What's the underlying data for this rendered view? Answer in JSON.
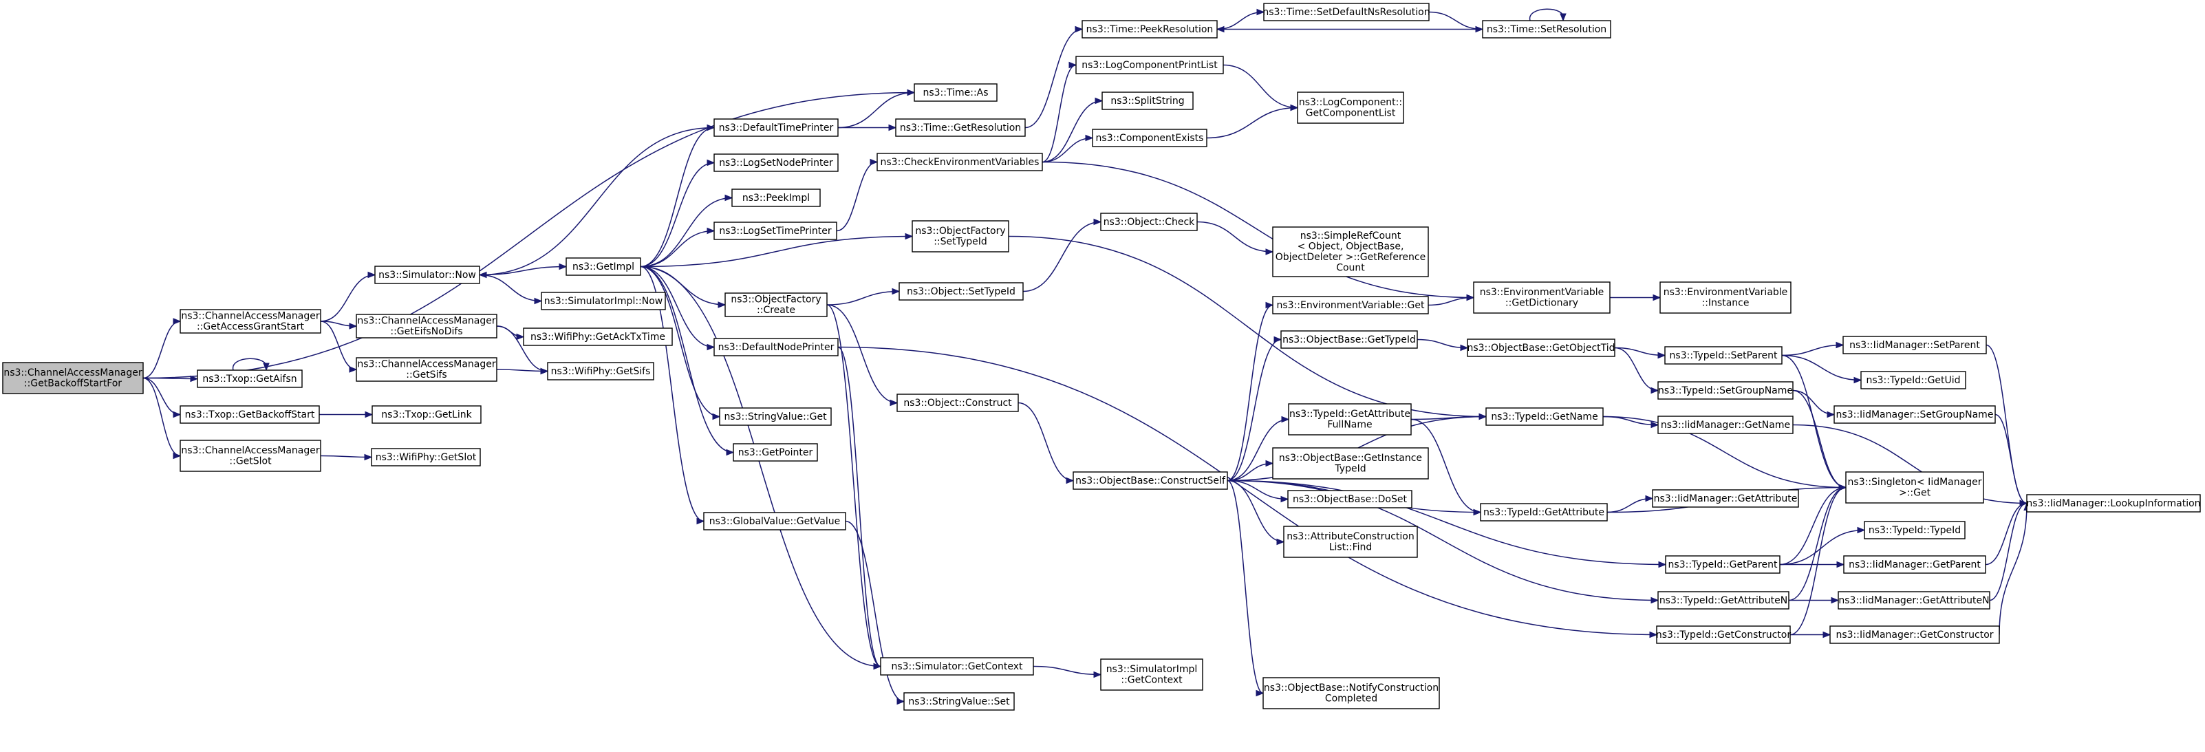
{
  "diagram": {
    "type": "call-graph",
    "edge_color": "#191970",
    "root_fill": "#bfbfbf",
    "node_fill": "#ffffff",
    "nodes": [
      {
        "id": "root",
        "lines": [
          "ns3::ChannelAccessManager",
          "::GetBackoffStartFor"
        ],
        "root": true
      },
      {
        "id": "gagStart",
        "lines": [
          "ns3::ChannelAccessManager",
          "::GetAccessGrantStart"
        ]
      },
      {
        "id": "txopAifsn",
        "lines": [
          "ns3::Txop::GetAifsn"
        ]
      },
      {
        "id": "txopBackoff",
        "lines": [
          "ns3::Txop::GetBackoffStart"
        ]
      },
      {
        "id": "camSlot",
        "lines": [
          "ns3::ChannelAccessManager",
          "::GetSlot"
        ]
      },
      {
        "id": "simNow",
        "lines": [
          "ns3::Simulator::Now"
        ]
      },
      {
        "id": "eifs",
        "lines": [
          "ns3::ChannelAccessManager",
          "::GetEifsNoDifs"
        ]
      },
      {
        "id": "camSifs",
        "lines": [
          "ns3::ChannelAccessManager",
          "::GetSifs"
        ]
      },
      {
        "id": "txopLink",
        "lines": [
          "ns3::Txop::GetLink"
        ]
      },
      {
        "id": "wifiSlot",
        "lines": [
          "ns3::WifiPhy::GetSlot"
        ]
      },
      {
        "id": "getImpl",
        "lines": [
          "ns3::GetImpl"
        ]
      },
      {
        "id": "simImplNow",
        "lines": [
          "ns3::SimulatorImpl::Now"
        ]
      },
      {
        "id": "ackTx",
        "lines": [
          "ns3::WifiPhy::GetAckTxTime"
        ]
      },
      {
        "id": "wifiSifs",
        "lines": [
          "ns3::WifiPhy::GetSifs"
        ]
      },
      {
        "id": "dtp",
        "lines": [
          "ns3::DefaultTimePrinter"
        ]
      },
      {
        "id": "lsnp",
        "lines": [
          "ns3::LogSetNodePrinter"
        ]
      },
      {
        "id": "peekImpl",
        "lines": [
          "ns3::PeekImpl"
        ]
      },
      {
        "id": "lstp",
        "lines": [
          "ns3::LogSetTimePrinter"
        ]
      },
      {
        "id": "ofCreate",
        "lines": [
          "ns3::ObjectFactory",
          "::Create"
        ]
      },
      {
        "id": "dnp",
        "lines": [
          "ns3::DefaultNodePrinter"
        ]
      },
      {
        "id": "svGet",
        "lines": [
          "ns3::StringValue::Get"
        ]
      },
      {
        "id": "getPointer",
        "lines": [
          "ns3::GetPointer"
        ]
      },
      {
        "id": "gvGetValue",
        "lines": [
          "ns3::GlobalValue::GetValue"
        ]
      },
      {
        "id": "timeAs",
        "lines": [
          "ns3::Time::As"
        ]
      },
      {
        "id": "timeGetRes",
        "lines": [
          "ns3::Time::GetResolution"
        ]
      },
      {
        "id": "cev",
        "lines": [
          "ns3::CheckEnvironmentVariables"
        ]
      },
      {
        "id": "ofSetTypeId",
        "lines": [
          "ns3::ObjectFactory",
          "::SetTypeId"
        ]
      },
      {
        "id": "objSetTypeId",
        "lines": [
          "ns3::Object::SetTypeId"
        ]
      },
      {
        "id": "objConstruct",
        "lines": [
          "ns3::Object::Construct"
        ]
      },
      {
        "id": "simGetContext",
        "lines": [
          "ns3::Simulator::GetContext"
        ]
      },
      {
        "id": "svSet",
        "lines": [
          "ns3::StringValue::Set"
        ]
      },
      {
        "id": "peekRes",
        "lines": [
          "ns3::Time::PeekResolution"
        ]
      },
      {
        "id": "lcpl",
        "lines": [
          "ns3::LogComponentPrintList"
        ]
      },
      {
        "id": "splitString",
        "lines": [
          "ns3::SplitString"
        ]
      },
      {
        "id": "compExists",
        "lines": [
          "ns3::ComponentExists"
        ]
      },
      {
        "id": "objCheck",
        "lines": [
          "ns3::Object::Check"
        ]
      },
      {
        "id": "obConstructSelf",
        "lines": [
          "ns3::ObjectBase::ConstructSelf"
        ]
      },
      {
        "id": "simImplGetContext",
        "lines": [
          "ns3::SimulatorImpl",
          "::GetContext"
        ]
      },
      {
        "id": "setDefNsRes",
        "lines": [
          "ns3::Time::SetDefaultNsResolution"
        ]
      },
      {
        "id": "setRes",
        "lines": [
          "ns3::Time::SetResolution"
        ]
      },
      {
        "id": "lcGetList",
        "lines": [
          "ns3::LogComponent::",
          "GetComponentList"
        ]
      },
      {
        "id": "srcGetRef",
        "lines": [
          "ns3::SimpleRefCount",
          "< Object, ObjectBase,",
          "ObjectDeleter >::GetReference",
          "Count"
        ]
      },
      {
        "id": "evGet",
        "lines": [
          "ns3::EnvironmentVariable::Get"
        ]
      },
      {
        "id": "obGetTypeId",
        "lines": [
          "ns3::ObjectBase::GetTypeId"
        ]
      },
      {
        "id": "tidGetAttrFullName",
        "lines": [
          "ns3::TypeId::GetAttribute",
          "FullName"
        ]
      },
      {
        "id": "obGetInstTypeId",
        "lines": [
          "ns3::ObjectBase::GetInstance",
          "TypeId"
        ]
      },
      {
        "id": "obDoSet",
        "lines": [
          "ns3::ObjectBase::DoSet"
        ]
      },
      {
        "id": "aclFind",
        "lines": [
          "ns3::AttributeConstruction",
          "List::Find"
        ]
      },
      {
        "id": "obNotify",
        "lines": [
          "ns3::ObjectBase::NotifyConstruction",
          "Completed"
        ]
      },
      {
        "id": "evGetDict",
        "lines": [
          "ns3::EnvironmentVariable",
          "::GetDictionary"
        ]
      },
      {
        "id": "obGetObjectTid",
        "lines": [
          "ns3::ObjectBase::GetObjectTid"
        ]
      },
      {
        "id": "tidGetName",
        "lines": [
          "ns3::TypeId::GetName"
        ]
      },
      {
        "id": "tidGetAttribute",
        "lines": [
          "ns3::TypeId::GetAttribute"
        ]
      },
      {
        "id": "tidGetParent",
        "lines": [
          "ns3::TypeId::GetParent"
        ]
      },
      {
        "id": "tidGetAttributeN",
        "lines": [
          "ns3::TypeId::GetAttributeN"
        ]
      },
      {
        "id": "tidGetConstructor",
        "lines": [
          "ns3::TypeId::GetConstructor"
        ]
      },
      {
        "id": "evInstance",
        "lines": [
          "ns3::EnvironmentVariable",
          "::Instance"
        ]
      },
      {
        "id": "tidSetParent",
        "lines": [
          "ns3::TypeId::SetParent"
        ]
      },
      {
        "id": "tidSetGroupName",
        "lines": [
          "ns3::TypeId::SetGroupName"
        ]
      },
      {
        "id": "imGetName",
        "lines": [
          "ns3::IidManager::GetName"
        ]
      },
      {
        "id": "imGetAttribute",
        "lines": [
          "ns3::IidManager::GetAttribute"
        ]
      },
      {
        "id": "singletonGet",
        "lines": [
          "ns3::Singleton< IidManager",
          ">::Get"
        ]
      },
      {
        "id": "tidTypeId",
        "lines": [
          "ns3::TypeId::TypeId"
        ]
      },
      {
        "id": "imSetParent",
        "lines": [
          "ns3::IidManager::SetParent"
        ]
      },
      {
        "id": "tidGetUid",
        "lines": [
          "ns3::TypeId::GetUid"
        ]
      },
      {
        "id": "imSetGroupName",
        "lines": [
          "ns3::IidManager::SetGroupName"
        ]
      },
      {
        "id": "imGetParent",
        "lines": [
          "ns3::IidManager::GetParent"
        ]
      },
      {
        "id": "imGetAttributeN",
        "lines": [
          "ns3::IidManager::GetAttributeN"
        ]
      },
      {
        "id": "imGetConstructor",
        "lines": [
          "ns3::IidManager::GetConstructor"
        ]
      },
      {
        "id": "imLookup",
        "lines": [
          "ns3::IidManager::LookupInformation"
        ]
      }
    ],
    "edges": [
      [
        "root",
        "gagStart"
      ],
      [
        "root",
        "txopAifsn"
      ],
      [
        "root",
        "txopBackoff"
      ],
      [
        "root",
        "camSlot"
      ],
      [
        "root",
        "timeAs"
      ],
      [
        "txopAifsn",
        "txopAifsn"
      ],
      [
        "gagStart",
        "simNow"
      ],
      [
        "gagStart",
        "eifs"
      ],
      [
        "gagStart",
        "camSifs"
      ],
      [
        "txopBackoff",
        "txopLink"
      ],
      [
        "camSlot",
        "wifiSlot"
      ],
      [
        "simNow",
        "getImpl"
      ],
      [
        "simNow",
        "simImplNow"
      ],
      [
        "eifs",
        "ackTx"
      ],
      [
        "eifs",
        "wifiSifs"
      ],
      [
        "camSifs",
        "wifiSifs"
      ],
      [
        "dtp",
        "simNow"
      ],
      [
        "getImpl",
        "dtp"
      ],
      [
        "getImpl",
        "lsnp"
      ],
      [
        "getImpl",
        "peekImpl"
      ],
      [
        "getImpl",
        "lstp"
      ],
      [
        "getImpl",
        "ofSetTypeId"
      ],
      [
        "getImpl",
        "ofCreate"
      ],
      [
        "getImpl",
        "dnp"
      ],
      [
        "getImpl",
        "svGet"
      ],
      [
        "getImpl",
        "getPointer"
      ],
      [
        "getImpl",
        "gvGetValue"
      ],
      [
        "getImpl",
        "simGetContext"
      ],
      [
        "dtp",
        "timeAs"
      ],
      [
        "dtp",
        "timeGetRes"
      ],
      [
        "lstp",
        "cev"
      ],
      [
        "ofSetTypeId",
        "tidGetName"
      ],
      [
        "ofCreate",
        "objSetTypeId"
      ],
      [
        "ofCreate",
        "objConstruct"
      ],
      [
        "ofCreate",
        "simGetContext"
      ],
      [
        "dnp",
        "simGetContext"
      ],
      [
        "dnp",
        "tidGetConstructor"
      ],
      [
        "gvGetValue",
        "svSet"
      ],
      [
        "timeGetRes",
        "peekRes"
      ],
      [
        "cev",
        "lcpl"
      ],
      [
        "cev",
        "splitString"
      ],
      [
        "cev",
        "compExists"
      ],
      [
        "cev",
        "evGetDict"
      ],
      [
        "objSetTypeId",
        "objCheck"
      ],
      [
        "objConstruct",
        "obConstructSelf"
      ],
      [
        "simGetContext",
        "simImplGetContext"
      ],
      [
        "peekRes",
        "setDefNsRes"
      ],
      [
        "setDefNsRes",
        "setRes"
      ],
      [
        "setRes",
        "setRes"
      ],
      [
        "setRes",
        "peekRes"
      ],
      [
        "lcpl",
        "lcGetList"
      ],
      [
        "compExists",
        "lcGetList"
      ],
      [
        "objCheck",
        "srcGetRef"
      ],
      [
        "obConstructSelf",
        "evGet"
      ],
      [
        "obConstructSelf",
        "obGetTypeId"
      ],
      [
        "obConstructSelf",
        "tidGetAttrFullName"
      ],
      [
        "obConstructSelf",
        "obGetInstTypeId"
      ],
      [
        "obConstructSelf",
        "obDoSet"
      ],
      [
        "obConstructSelf",
        "aclFind"
      ],
      [
        "obConstructSelf",
        "obNotify"
      ],
      [
        "obConstructSelf",
        "tidGetName"
      ],
      [
        "obConstructSelf",
        "tidGetAttribute"
      ],
      [
        "obConstructSelf",
        "tidGetParent"
      ],
      [
        "obConstructSelf",
        "tidGetAttributeN"
      ],
      [
        "evGet",
        "evGetDict"
      ],
      [
        "evGetDict",
        "evInstance"
      ],
      [
        "obGetTypeId",
        "obGetObjectTid"
      ],
      [
        "obGetObjectTid",
        "tidSetParent"
      ],
      [
        "obGetObjectTid",
        "tidSetGroupName"
      ],
      [
        "tidGetAttrFullName",
        "tidGetName"
      ],
      [
        "tidGetAttrFullName",
        "tidGetAttribute"
      ],
      [
        "tidGetName",
        "imGetName"
      ],
      [
        "tidGetName",
        "singletonGet"
      ],
      [
        "tidGetAttribute",
        "imGetAttribute"
      ],
      [
        "tidGetAttribute",
        "singletonGet"
      ],
      [
        "tidGetParent",
        "singletonGet"
      ],
      [
        "tidGetParent",
        "tidTypeId"
      ],
      [
        "tidGetParent",
        "imGetParent"
      ],
      [
        "tidGetAttributeN",
        "singletonGet"
      ],
      [
        "tidGetAttributeN",
        "imGetAttributeN"
      ],
      [
        "tidGetConstructor",
        "singletonGet"
      ],
      [
        "tidGetConstructor",
        "imGetConstructor"
      ],
      [
        "tidSetParent",
        "imSetParent"
      ],
      [
        "tidSetParent",
        "tidGetUid"
      ],
      [
        "tidSetParent",
        "singletonGet"
      ],
      [
        "tidSetGroupName",
        "imSetGroupName"
      ],
      [
        "tidSetGroupName",
        "singletonGet"
      ],
      [
        "imGetName",
        "imLookup"
      ],
      [
        "imSetParent",
        "imLookup"
      ],
      [
        "imSetGroupName",
        "imLookup"
      ],
      [
        "imGetParent",
        "imLookup"
      ],
      [
        "imGetAttributeN",
        "imLookup"
      ],
      [
        "imGetConstructor",
        "imLookup"
      ]
    ]
  }
}
